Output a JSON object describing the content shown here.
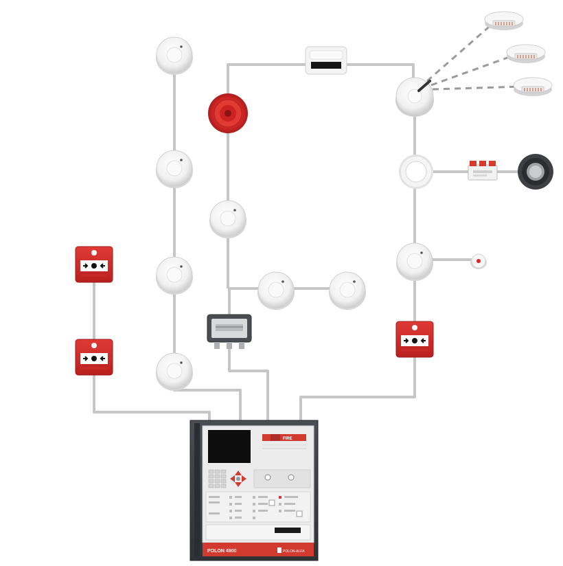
{
  "panel": {
    "model_label": "POLON 4900",
    "brand_label": "POLON-ALFA",
    "fire_label": "FIRE"
  },
  "colors": {
    "wire": "#c4c6c8",
    "wire_dashed": "#9a9a9a",
    "detector_white": "#f4f4f4",
    "mcp_red": "#d3262b",
    "sounder_red": "#d92a2a",
    "panel_frame": "#3d4044",
    "panel_face": "#e9e9e9",
    "panel_red": "#d23a30"
  },
  "icons": {
    "detector": "smoke-detector-icon",
    "call_point": "manual-call-point-icon",
    "sounder": "sounder-icon",
    "module": "io-module-icon",
    "junction": "junction-box-icon",
    "beam": "beam-detector-icon"
  }
}
